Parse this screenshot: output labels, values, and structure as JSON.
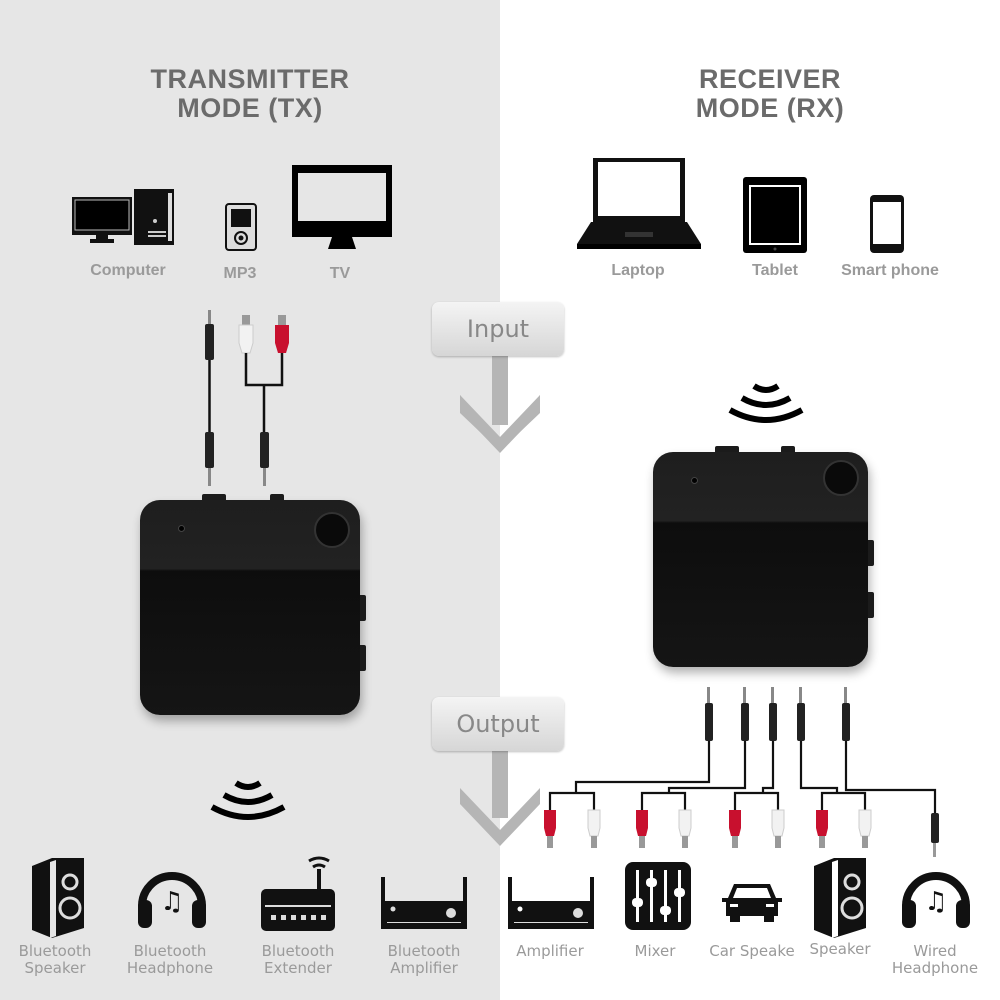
{
  "transmitter": {
    "title_line1": "TRANSMITTER",
    "title_line2": "MODE (TX)",
    "sources": [
      {
        "label": "Computer",
        "icon": "computer-icon"
      },
      {
        "label": "MP3",
        "icon": "mp3-player-icon"
      },
      {
        "label": "TV",
        "icon": "tv-icon"
      }
    ],
    "outputs": [
      {
        "line1": "Bluetooth",
        "line2": "Speaker",
        "icon": "speaker-icon"
      },
      {
        "line1": "Bluetooth",
        "line2": "Headphone",
        "icon": "headphone-icon"
      },
      {
        "line1": "Bluetooth",
        "line2": "Extender",
        "icon": "router-icon"
      },
      {
        "line1": "Bluetooth",
        "line2": "Amplifier",
        "icon": "amplifier-icon"
      }
    ]
  },
  "receiver": {
    "title_line1": "RECEIVER",
    "title_line2": "MODE (RX)",
    "sources": [
      {
        "label": "Laptop",
        "icon": "laptop-icon"
      },
      {
        "label": "Tablet",
        "icon": "tablet-icon"
      },
      {
        "label": "Smart phone",
        "icon": "smartphone-icon"
      }
    ],
    "outputs": [
      {
        "line1": "Amplifier",
        "line2": "",
        "icon": "amplifier-icon"
      },
      {
        "line1": "Mixer",
        "line2": "",
        "icon": "mixer-icon"
      },
      {
        "line1": "Car Speake",
        "line2": "",
        "icon": "car-icon"
      },
      {
        "line1": "Speaker",
        "line2": "",
        "icon": "speaker-icon"
      },
      {
        "line1": "Wired",
        "line2": "Headphone",
        "icon": "headphone-icon"
      }
    ]
  },
  "flow": {
    "input_label": "Input",
    "output_label": "Output"
  },
  "colors": {
    "left_bg": "#e6e6e6",
    "right_bg": "#ffffff",
    "title": "#6b6b6b",
    "label": "#9a9a9a",
    "icon": "#111111",
    "rca_red": "#c8102e",
    "rca_white": "#f2f2f2",
    "arrow": "#b5b5b5"
  }
}
